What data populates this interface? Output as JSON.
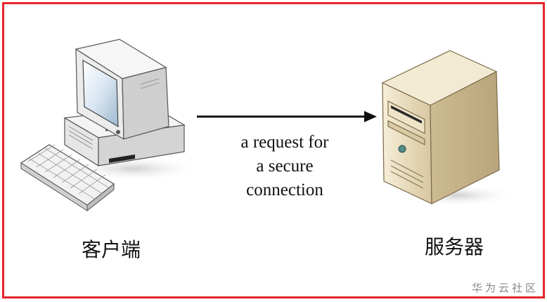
{
  "diagram": {
    "message_lines": [
      "a request for",
      "a secure",
      "connection"
    ],
    "client_label": "客户端",
    "server_label": "服务器",
    "watermark": "华为云社区"
  },
  "icons": {
    "client": "desktop-computer-icon",
    "server": "tower-server-icon"
  },
  "colors": {
    "border": "#e5262b",
    "arrow": "#111111",
    "device_light": "#f2f2f2",
    "server_beige": "#e9dcc0"
  }
}
